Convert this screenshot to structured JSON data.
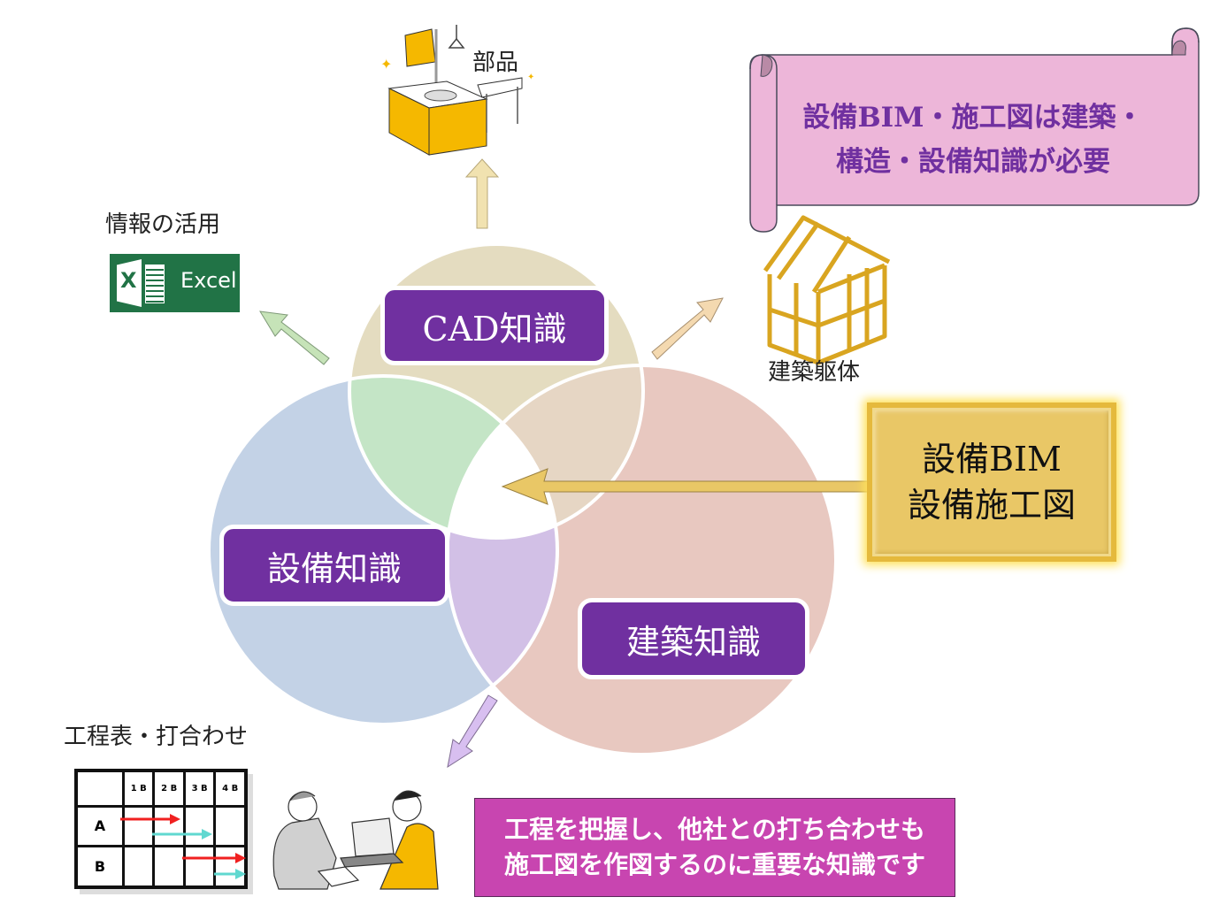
{
  "diagram": {
    "title": "設備BIM・施工図に必要な知識",
    "circles": [
      {
        "id": "cad",
        "label": "CAD知識",
        "color": "#e4dcc0"
      },
      {
        "id": "setsubi",
        "label": "設備知識",
        "color": "#c3d2e6"
      },
      {
        "id": "kenchiku",
        "label": "建築知識",
        "color": "#e8c8c0"
      }
    ],
    "overlaps": {
      "cad_setsubi": "#c4e5c6",
      "cad_kenchiku": "#e6d6c4",
      "setsubi_kenchiku": "#d2c0e6",
      "center": "#ffffff"
    },
    "box_color": "#7030a0"
  },
  "outputs": {
    "parts": {
      "label": "部品",
      "icon": "kitchen-icon",
      "arrow_color": "#f1e2b0"
    },
    "info": {
      "label": "情報の活用",
      "icon": "excel-icon",
      "excel_text": "Excel",
      "arrow_color": "#c6e3b8"
    },
    "structure": {
      "label": "建築躯体",
      "icon": "house-frame-icon",
      "arrow_color": "#f4d9b0"
    },
    "schedule": {
      "label": "工程表・打合わせ",
      "icon": "meeting-icon",
      "arrow_color": "#d8bff0"
    }
  },
  "scroll_banner": {
    "lines": [
      "設備BIM・施工図は建築・",
      "構造・設備知識が必要"
    ],
    "bg": "#edb6d9",
    "text_color": "#7030a0"
  },
  "bim_box": {
    "lines": [
      "設備BIM",
      "設備施工図"
    ],
    "bg": "#e9c766"
  },
  "note": {
    "lines": [
      "工程を把握し、他社との打ち合わせも",
      "施工図を作図するのに重要な知識です"
    ],
    "bg": "#c845b0"
  },
  "gantt": {
    "columns": [
      "1 B",
      "2 B",
      "3 B",
      "4 B"
    ],
    "rows": [
      "A",
      "B"
    ]
  }
}
